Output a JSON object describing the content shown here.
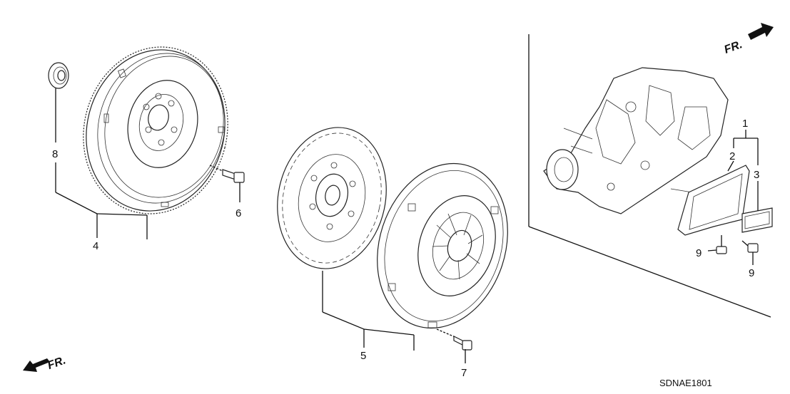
{
  "diagram": {
    "callouts": [
      {
        "id": "c1",
        "text": "1"
      },
      {
        "id": "c2",
        "text": "2"
      },
      {
        "id": "c3",
        "text": "3"
      },
      {
        "id": "c4",
        "text": "4"
      },
      {
        "id": "c5",
        "text": "5"
      },
      {
        "id": "c6",
        "text": "6"
      },
      {
        "id": "c7",
        "text": "7"
      },
      {
        "id": "c8",
        "text": "8"
      },
      {
        "id": "c9a",
        "text": "9"
      },
      {
        "id": "c9b",
        "text": "9"
      }
    ],
    "direction_labels": {
      "top_right": "FR.",
      "bottom_left": "FR."
    },
    "diagram_code": "SDNAE1801"
  }
}
